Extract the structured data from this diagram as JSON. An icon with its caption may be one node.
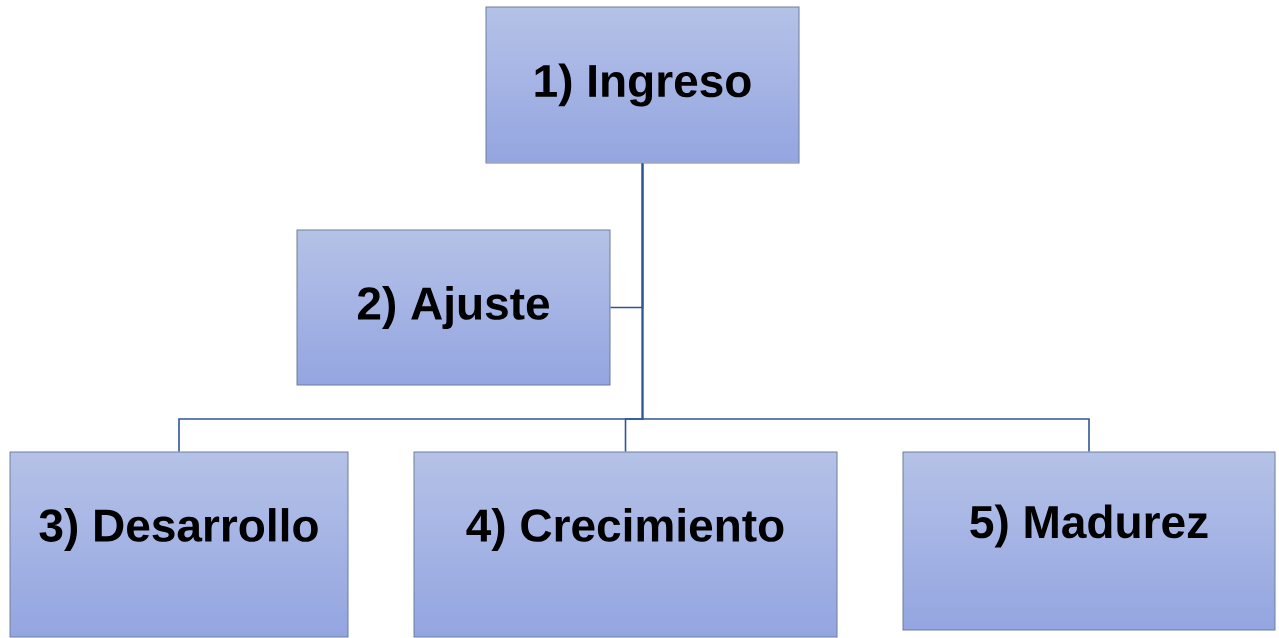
{
  "diagram": {
    "nodes": [
      {
        "text": [
          "1) Ingreso"
        ]
      },
      {
        "text": [
          "2) Ajuste"
        ]
      },
      {
        "text": [
          "3) Desarrollo"
        ]
      },
      {
        "text": [
          "4) Crecimiento"
        ]
      },
      {
        "text": [
          "5) Madurez"
        ]
      }
    ],
    "edges": [
      {
        "from": 0,
        "to": 1,
        "arrow": "none"
      },
      {
        "from": 0,
        "to": 2,
        "arrow": "none"
      },
      {
        "from": 0,
        "to": 3,
        "arrow": "none"
      },
      {
        "from": 0,
        "to": 4,
        "arrow": "none"
      }
    ]
  }
}
